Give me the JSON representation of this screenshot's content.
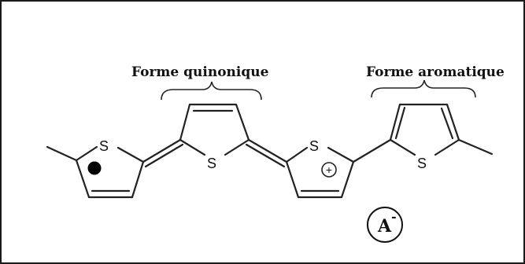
{
  "labels": {
    "quinoid": "Forme quinonique",
    "aromatic": "Forme aromatique"
  },
  "atoms": {
    "sulfur": "S"
  },
  "charge": {
    "plus": "+"
  },
  "anion": {
    "symbol": "A",
    "superscript": "-"
  }
}
